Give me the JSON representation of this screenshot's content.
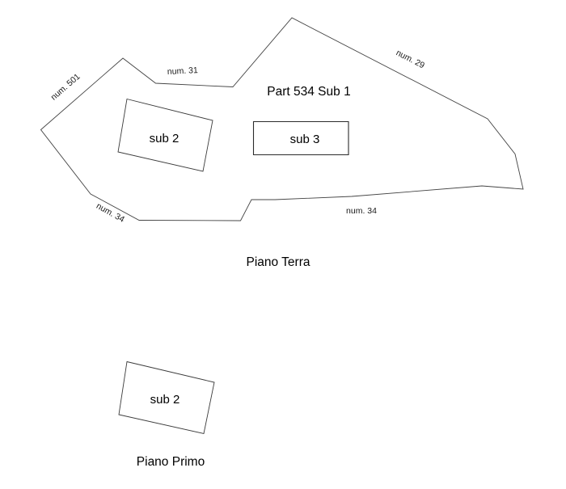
{
  "document": {
    "type": "cadastral-floor-plan",
    "background_color": "#ffffff",
    "line_color": "#444444",
    "text_color": "#000000"
  },
  "upper_plan": {
    "parcel_title": "Part 534 Sub 1",
    "floor_label": "Piano Terra",
    "units": [
      {
        "label": "sub 2"
      },
      {
        "label": "sub 3"
      }
    ],
    "boundary_labels": [
      {
        "text": "num. 501"
      },
      {
        "text": "num. 31"
      },
      {
        "text": "num. 29"
      },
      {
        "text": "num. 34"
      },
      {
        "text": "num. 34"
      }
    ]
  },
  "lower_plan": {
    "floor_label": "Piano Primo",
    "units": [
      {
        "label": "sub 2"
      }
    ]
  }
}
